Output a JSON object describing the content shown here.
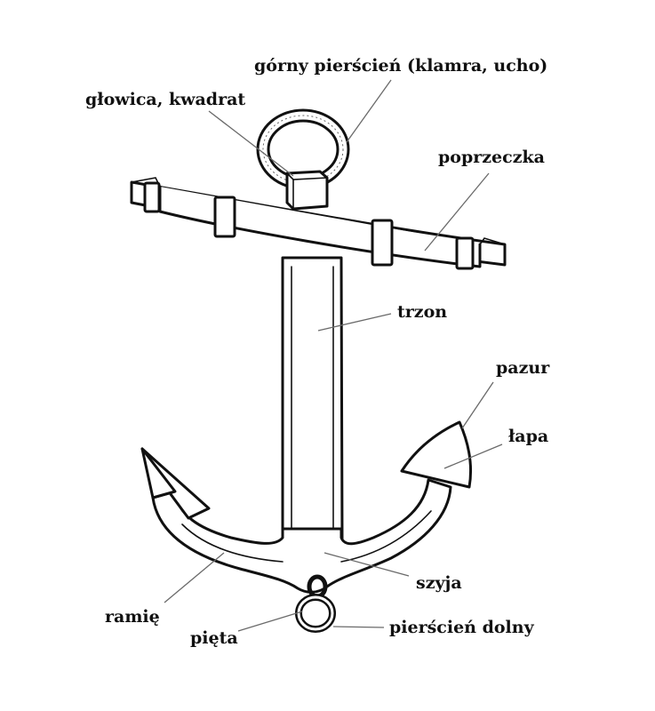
{
  "labels": {
    "gorny_pierscien": "górny pierścień (klamra, ucho)",
    "glowica": "głowica, kwadrat",
    "poprzeczka": "poprzeczka",
    "trzon": "trzon",
    "pazur": "pazur",
    "lapa": "łapa",
    "szyja": "szyja",
    "ramie": "ramię",
    "pieta": "pięta",
    "pierscien_dolny": "pierścień dolny"
  },
  "colors": {
    "ink": "#111111",
    "leader": "#6a6a6a",
    "background": "#ffffff"
  }
}
